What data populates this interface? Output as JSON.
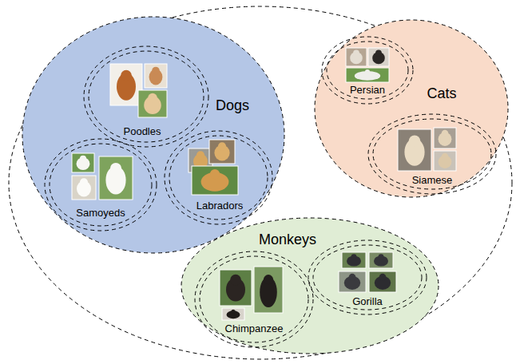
{
  "diagram": {
    "nodes": [
      {
        "text": [
          "Dogs"
        ]
      },
      {
        "text": [
          "Poodles"
        ],
        "in": 0
      },
      {
        "text": [
          "Samoyeds"
        ],
        "in": 0
      },
      {
        "text": [
          "Labradors"
        ],
        "in": 0
      },
      {
        "text": [
          "Cats"
        ]
      },
      {
        "text": [
          "Persian"
        ],
        "in": 4
      },
      {
        "text": [
          "Siamese"
        ],
        "in": 4
      },
      {
        "text": [
          "Monkeys"
        ]
      },
      {
        "text": [
          "Chimpanzee"
        ],
        "in": 7
      },
      {
        "text": [
          "Gorilla"
        ],
        "in": 7
      }
    ]
  }
}
